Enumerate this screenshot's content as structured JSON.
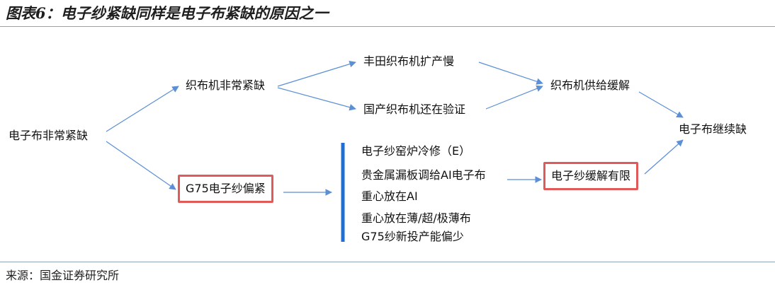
{
  "title": "图表6：电子纱紧缺同样是电子布紧缺的原因之一",
  "source": "来源：国金证券研究所",
  "nodes": {
    "root": "电子布非常紧缺",
    "loom_shortage": "织布机非常紧缺",
    "toyota": "丰田织布机扩产慢",
    "domestic": "国产织布机还在验证",
    "loom_ease": "织布机供给缓解",
    "cloth_shortage": "电子布继续缺",
    "g75": "G75电子纱偏紧",
    "yarn_limited": "电子纱缓解有限"
  },
  "factors": [
    "电子纱窑炉冷修（E）",
    "贵金属漏板调给AI电子布",
    "重心放在AI",
    "重心放在薄/超/极薄布",
    "G75纱新投产能偏少"
  ],
  "colors": {
    "arrow": "#5b8fd6",
    "box_border": "#e05a5a",
    "bracket": "#1f6fd1",
    "rule": "#8fa3b3"
  }
}
